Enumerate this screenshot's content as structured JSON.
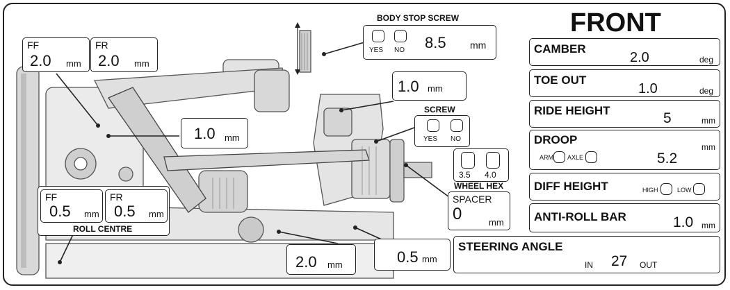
{
  "title": "FRONT",
  "units": {
    "mm": "mm",
    "deg": "deg"
  },
  "body_stop": {
    "label": "BODY STOP SCREW",
    "yes": "YES",
    "no": "NO",
    "value": "8.5"
  },
  "screw": {
    "label": "SCREW",
    "yes": "YES",
    "no": "NO"
  },
  "wheel_hex": {
    "label": "WHEEL HEX",
    "options": [
      "3.5",
      "4.0"
    ]
  },
  "spacer": {
    "label": "SPACER",
    "value": "0"
  },
  "upper_links": {
    "ff_label": "FF",
    "fr_label": "FR",
    "ff_value": "2.0",
    "fr_value": "2.0"
  },
  "roll_centre": {
    "label": "ROLL CENTRE",
    "ff_label": "FF",
    "fr_label": "FR",
    "ff_value": "0.5",
    "fr_value": "0.5"
  },
  "shims": {
    "top_right": "1.0",
    "mid_left": "1.0",
    "bottom_left": "2.0",
    "bottom_right": "0.5"
  },
  "settings": {
    "camber": {
      "label": "CAMBER",
      "value": "2.0"
    },
    "toe_out": {
      "label": "TOE OUT",
      "value": "1.0"
    },
    "ride_height": {
      "label": "RIDE HEIGHT",
      "value": "5"
    },
    "droop": {
      "label": "DROOP",
      "arm": "ARM",
      "axle": "AXLE",
      "value": "5.2"
    },
    "diff_height": {
      "label": "DIFF HEIGHT",
      "high": "HIGH",
      "low": "LOW"
    },
    "anti_roll_bar": {
      "label": "ANTI-ROLL BAR",
      "value": "1.0"
    },
    "steering_angle": {
      "label": "STEERING ANGLE",
      "in": "IN",
      "value": "27",
      "out": "OUT"
    }
  }
}
